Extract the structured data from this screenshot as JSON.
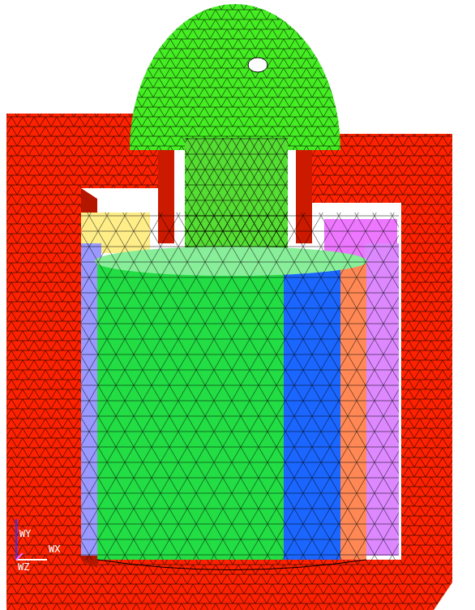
{
  "diagram": {
    "labels": [
      "WY",
      "WX",
      "WZ"
    ]
  }
}
